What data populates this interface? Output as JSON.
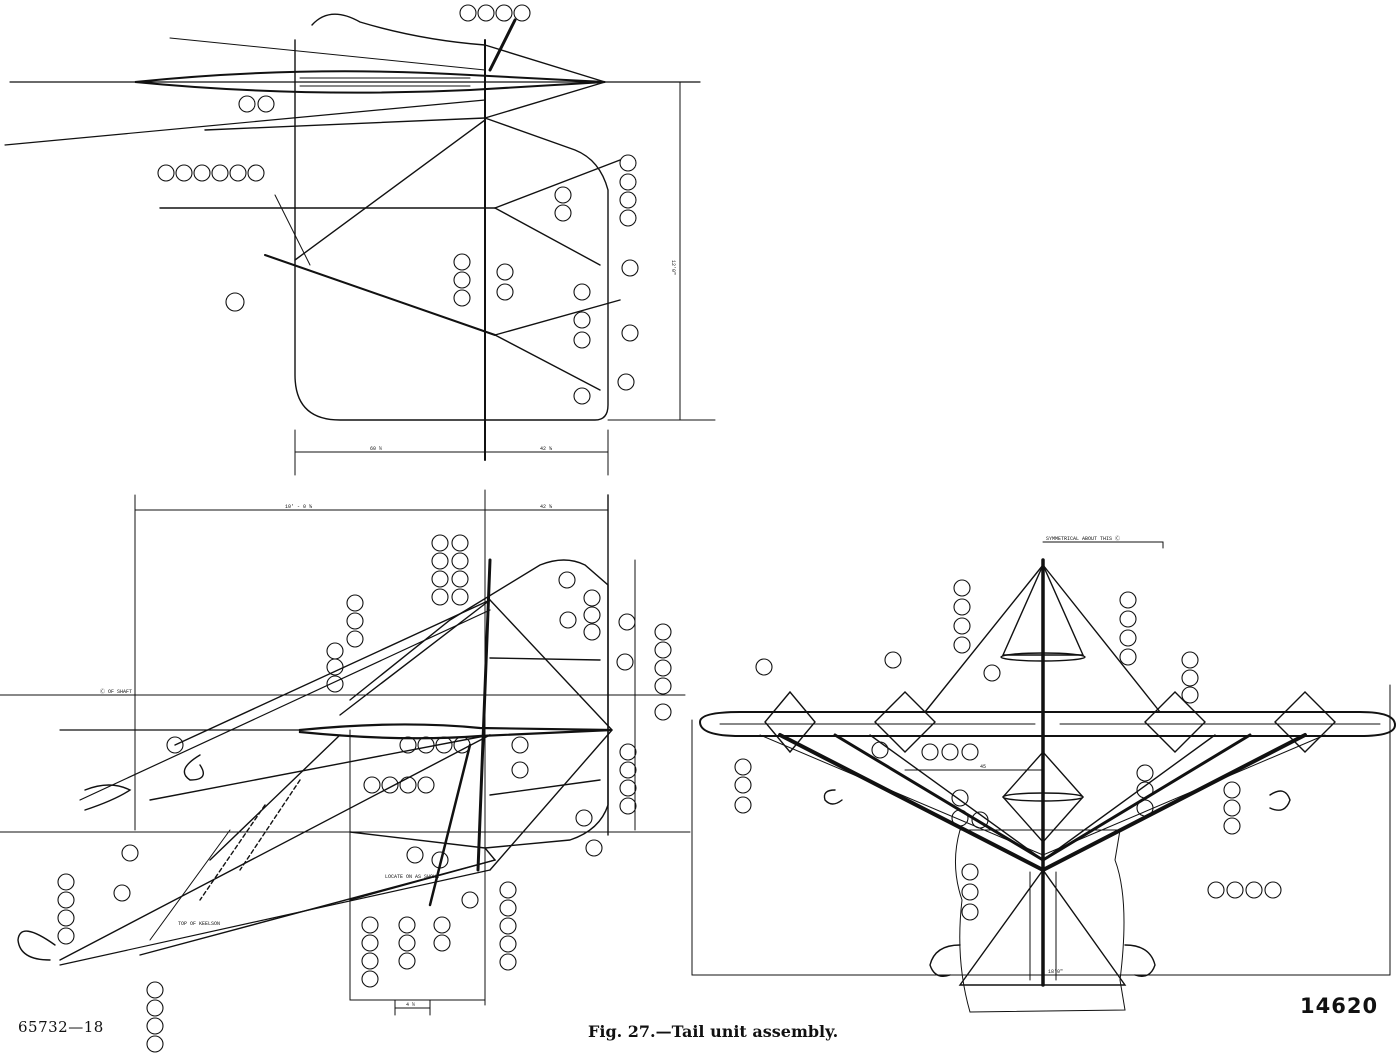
{
  "figure": {
    "plate_number": "65732—18",
    "caption": "Fig. 27.—Tail unit assembly.",
    "drawing_number": "14620"
  },
  "views": {
    "plan_view": {
      "dimensions": [
        "60 ½",
        "42 ⅝",
        "12'0\""
      ]
    },
    "side_view": {
      "dimensions": [
        "10' - 0 ⅝",
        "42 ⅝",
        "4 ½"
      ],
      "labels": [
        "LOCATE ON AS SHOWN",
        "TOP OF KEELSON",
        "Ⓒ OF SHAFT"
      ]
    },
    "end_view": {
      "labels": [
        "SYMMETRICAL ABOUT THIS Ⓒ"
      ],
      "dimensions": [
        "18'0\"",
        "45"
      ]
    }
  },
  "colors": {
    "ink": "#111111",
    "paper": "#ffffff"
  }
}
